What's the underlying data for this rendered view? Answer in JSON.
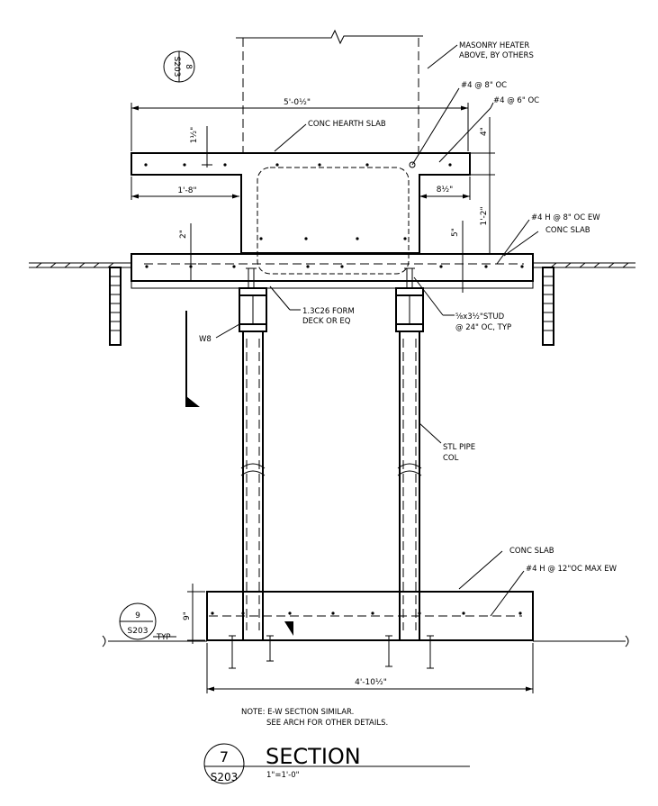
{
  "labels": {
    "masonry_heater_1": "MASONRY HEATER",
    "masonry_heater_2": "ABOVE, BY OTHERS",
    "rebar_8oc": "#4 @ 8\" OC",
    "rebar_6oc": "#4 @ 6\" OC",
    "hearth_slab": "CONC HEARTH SLAB",
    "rebar_h_8oc": "#4 H @ 8\" OC EW",
    "conc_slab_upper": "CONC SLAB",
    "form_deck_1": "1.3C26 FORM",
    "form_deck_2": "DECK OR EQ",
    "beam": "W8",
    "stud_1": "⅝x3½\"STUD",
    "stud_2": "@ 24\" OC, TYP",
    "pipe_col_1": "STL PIPE",
    "pipe_col_2": "COL",
    "conc_slab_lower": "CONC SLAB",
    "rebar_h_12oc": "#4 H @ 12\"OC MAX EW",
    "typ": "TYP"
  },
  "dimensions": {
    "overall_width": "5'-0½\"",
    "left_overhang": "1'-8\"",
    "right_overhang": "8½\"",
    "top_cover": "1½\"",
    "hearth_thickness": "4\"",
    "wall_height": "1'-2\"",
    "slab_cover": "2\"",
    "slab_thickness": "5\"",
    "footing_thickness": "9\"",
    "footing_width": "4'-10½\""
  },
  "callouts": {
    "top": {
      "number": "8",
      "sheet": "S203"
    },
    "left": {
      "number": "9",
      "sheet": "S203"
    }
  },
  "notes": {
    "line1": "NOTE: E-W SECTION SIMILAR.",
    "line2": "SEE ARCH FOR OTHER DETAILS."
  },
  "title": {
    "number": "7",
    "sheet": "S203",
    "text": "SECTION",
    "scale": "1\"=1'-0\""
  }
}
